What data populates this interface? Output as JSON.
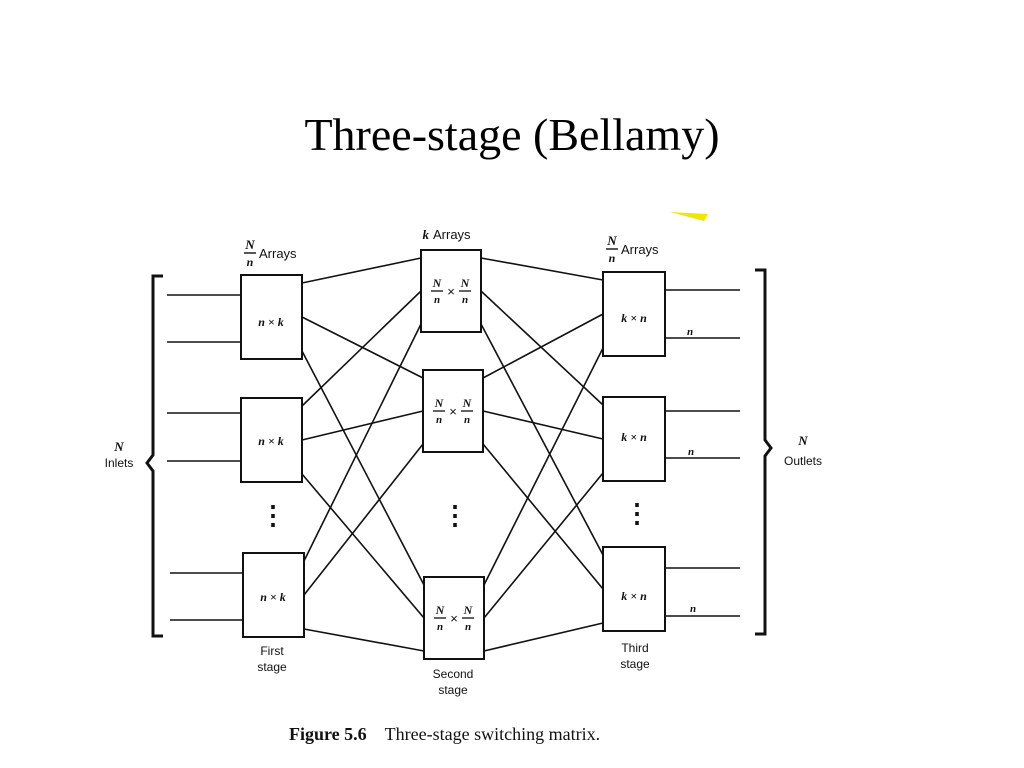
{
  "slide": {
    "title": "Three-stage (Bellamy)"
  },
  "diagram": {
    "stage1": {
      "arrays_num": "N",
      "arrays_den": "n",
      "arrays_text": "Arrays",
      "block_label": "n × k",
      "stage_line1": "First",
      "stage_line2": "stage"
    },
    "stage2": {
      "arrays_var": "k",
      "arrays_text": "Arrays",
      "block_label_num": "N",
      "block_label_den": "n",
      "times": "×",
      "stage_line1": "Second",
      "stage_line2": "stage"
    },
    "stage3": {
      "arrays_num": "N",
      "arrays_den": "n",
      "arrays_text": "Arrays",
      "block_label": "k × n",
      "stage_line1": "Third",
      "stage_line2": "stage"
    },
    "inlets": {
      "var": "N",
      "text": "Inlets"
    },
    "outlets": {
      "var": "N",
      "text": "Outlets"
    },
    "output_count_label": "n",
    "ellipsis": "⋮"
  },
  "caption": {
    "figure": "Figure 5.6",
    "text": "Three-stage switching matrix."
  },
  "colors": {
    "accent_mark": "#f2e600",
    "ink": "#111111"
  }
}
